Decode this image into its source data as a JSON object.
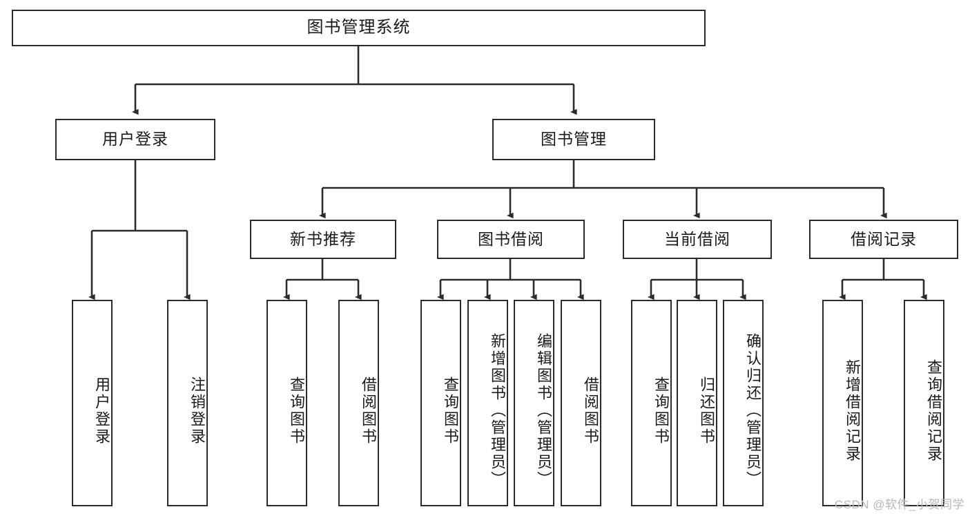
{
  "diagram": {
    "title": "图书管理系统",
    "type": "tree-hierarchy-diagram",
    "stroke_color": "#2b2b2b",
    "fill_color": "#ffffff",
    "text_color": "#1a1a1a"
  },
  "nodes": {
    "root": {
      "label": "图书管理系统"
    },
    "level2": [
      {
        "label": "用户登录"
      },
      {
        "label": "图书管理"
      }
    ],
    "level3": [
      {
        "label": "新书推荐"
      },
      {
        "label": "图书借阅"
      },
      {
        "label": "当前借阅"
      },
      {
        "label": "借阅记录"
      }
    ],
    "leaves": {
      "user_login": [
        {
          "label": "用户登录"
        },
        {
          "label": "注销登录"
        }
      ],
      "new_book_recommend": [
        {
          "label": "查询图书"
        },
        {
          "label": "借阅图书"
        }
      ],
      "book_borrow": [
        {
          "label": "查询图书"
        },
        {
          "label": "新增图书（管理员）"
        },
        {
          "label": "编辑图书（管理员）"
        },
        {
          "label": "借阅图书"
        }
      ],
      "current_borrow": [
        {
          "label": "查询图书"
        },
        {
          "label": "归还图书"
        },
        {
          "label": "确认归还（管理员）"
        }
      ],
      "borrow_record": [
        {
          "label": "新增借阅记录"
        },
        {
          "label": "查询借阅记录"
        }
      ]
    }
  },
  "watermark": {
    "text": "CSDN @软件_小贺同学"
  }
}
